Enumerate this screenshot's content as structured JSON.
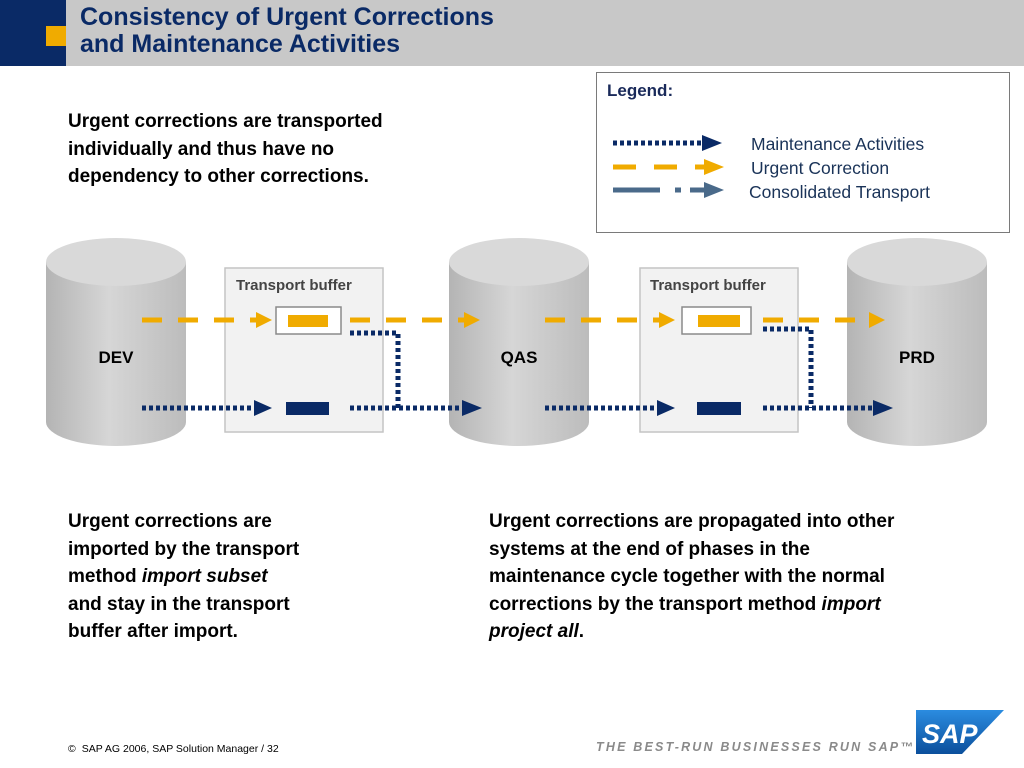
{
  "header": {
    "title_lines": [
      "Consistency of Urgent Corrections",
      "and Maintenance Activities"
    ]
  },
  "legend": {
    "title": "Legend:",
    "items": [
      {
        "label": "Maintenance Activities",
        "style": "dotted"
      },
      {
        "label": "Urgent Correction",
        "style": "dashed"
      },
      {
        "label": "Consolidated Transport",
        "style": "dash-dot"
      }
    ]
  },
  "text": {
    "top": "Urgent corrections are transported\nindividually and thus have no\ndependency to other corrections.",
    "bottom_left": {
      "before": "Urgent corrections are\nimported by the transport\nmethod ",
      "emphasis": "import subset",
      "after": "\nand stay in the transport\nbuffer after import."
    },
    "bottom_right": {
      "before": "Urgent corrections are propagated into other\nsystems at the end of phases in the\nmaintenance cycle together with the normal\ncorrections by the transport method ",
      "emphasis": "import\nproject all",
      "after": "."
    }
  },
  "diagram": {
    "systems": [
      "DEV",
      "QAS",
      "PRD"
    ],
    "buffer_label": "Transport buffer"
  },
  "colors": {
    "urgent": "#f0ab00",
    "maintenance": "#0a2a66",
    "consolidated": "#4a6a8a",
    "header_bg": "#c8c8c8",
    "header_accent": "#0a2a66",
    "title": "#0a2a66"
  },
  "footer": {
    "copyright_symbol": "©",
    "text": "SAP AG 2006, SAP Solution Manager / 32",
    "tagline": "THE BEST-RUN BUSINESSES RUN SAP™",
    "logo_text": "SAP"
  }
}
